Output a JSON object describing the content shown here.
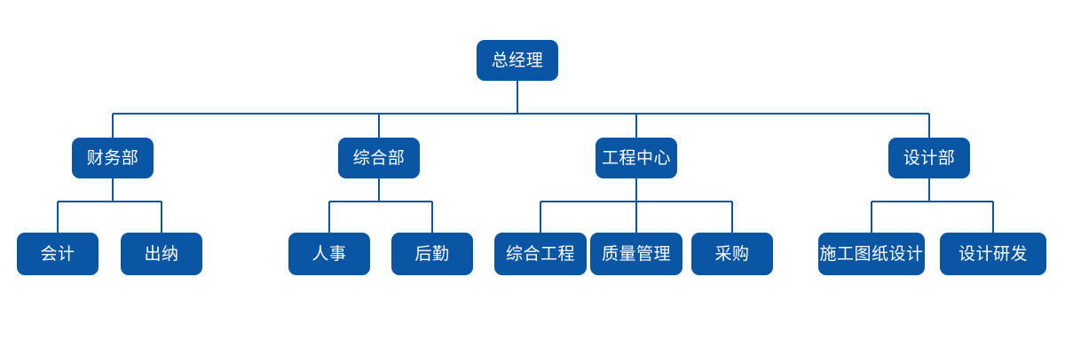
{
  "chart_data": {
    "type": "diagram",
    "diagram_type": "organizational-chart",
    "title": "",
    "orientation": "top-down",
    "colors": {
      "node_fill": "#0B56A4",
      "node_text": "#FFFFFF",
      "connector": "#0B56A4",
      "background": "#FFFFFF"
    },
    "levels": 3,
    "node_count": 14,
    "root": {
      "id": "gm",
      "label": "总经理",
      "level": 0
    },
    "departments": [
      {
        "id": "finance",
        "label": "财务部",
        "level": 1,
        "children": [
          {
            "id": "accounting",
            "label": "会计",
            "level": 2
          },
          {
            "id": "cashier",
            "label": "出纳",
            "level": 2
          }
        ]
      },
      {
        "id": "general-affairs",
        "label": "综合部",
        "level": 1,
        "children": [
          {
            "id": "hr",
            "label": "人事",
            "level": 2
          },
          {
            "id": "logistics",
            "label": "后勤",
            "level": 2
          }
        ]
      },
      {
        "id": "engineering-center",
        "label": "工程中心",
        "level": 1,
        "children": [
          {
            "id": "comprehensive-engineering",
            "label": "综合工程",
            "level": 2
          },
          {
            "id": "quality-management",
            "label": "质量管理",
            "level": 2
          },
          {
            "id": "procurement",
            "label": "采购",
            "level": 2
          }
        ]
      },
      {
        "id": "design",
        "label": "设计部",
        "level": 1,
        "children": [
          {
            "id": "construction-drawing-design",
            "label": "施工图纸设计",
            "level": 2
          },
          {
            "id": "design-rd",
            "label": "设计研发",
            "level": 2
          }
        ]
      }
    ]
  },
  "nodes": {
    "root": {
      "label": "总经理"
    },
    "level1": [
      {
        "label": "财务部"
      },
      {
        "label": "综合部"
      },
      {
        "label": "工程中心"
      },
      {
        "label": "设计部"
      }
    ],
    "finance_children": [
      {
        "label": "会计"
      },
      {
        "label": "出纳"
      }
    ],
    "general_children": [
      {
        "label": "人事"
      },
      {
        "label": "后勤"
      }
    ],
    "engineering_children": [
      {
        "label": "综合工程"
      },
      {
        "label": "质量管理"
      },
      {
        "label": "采购"
      }
    ],
    "design_children": [
      {
        "label": "施工图纸设计"
      },
      {
        "label": "设计研发"
      }
    ]
  }
}
